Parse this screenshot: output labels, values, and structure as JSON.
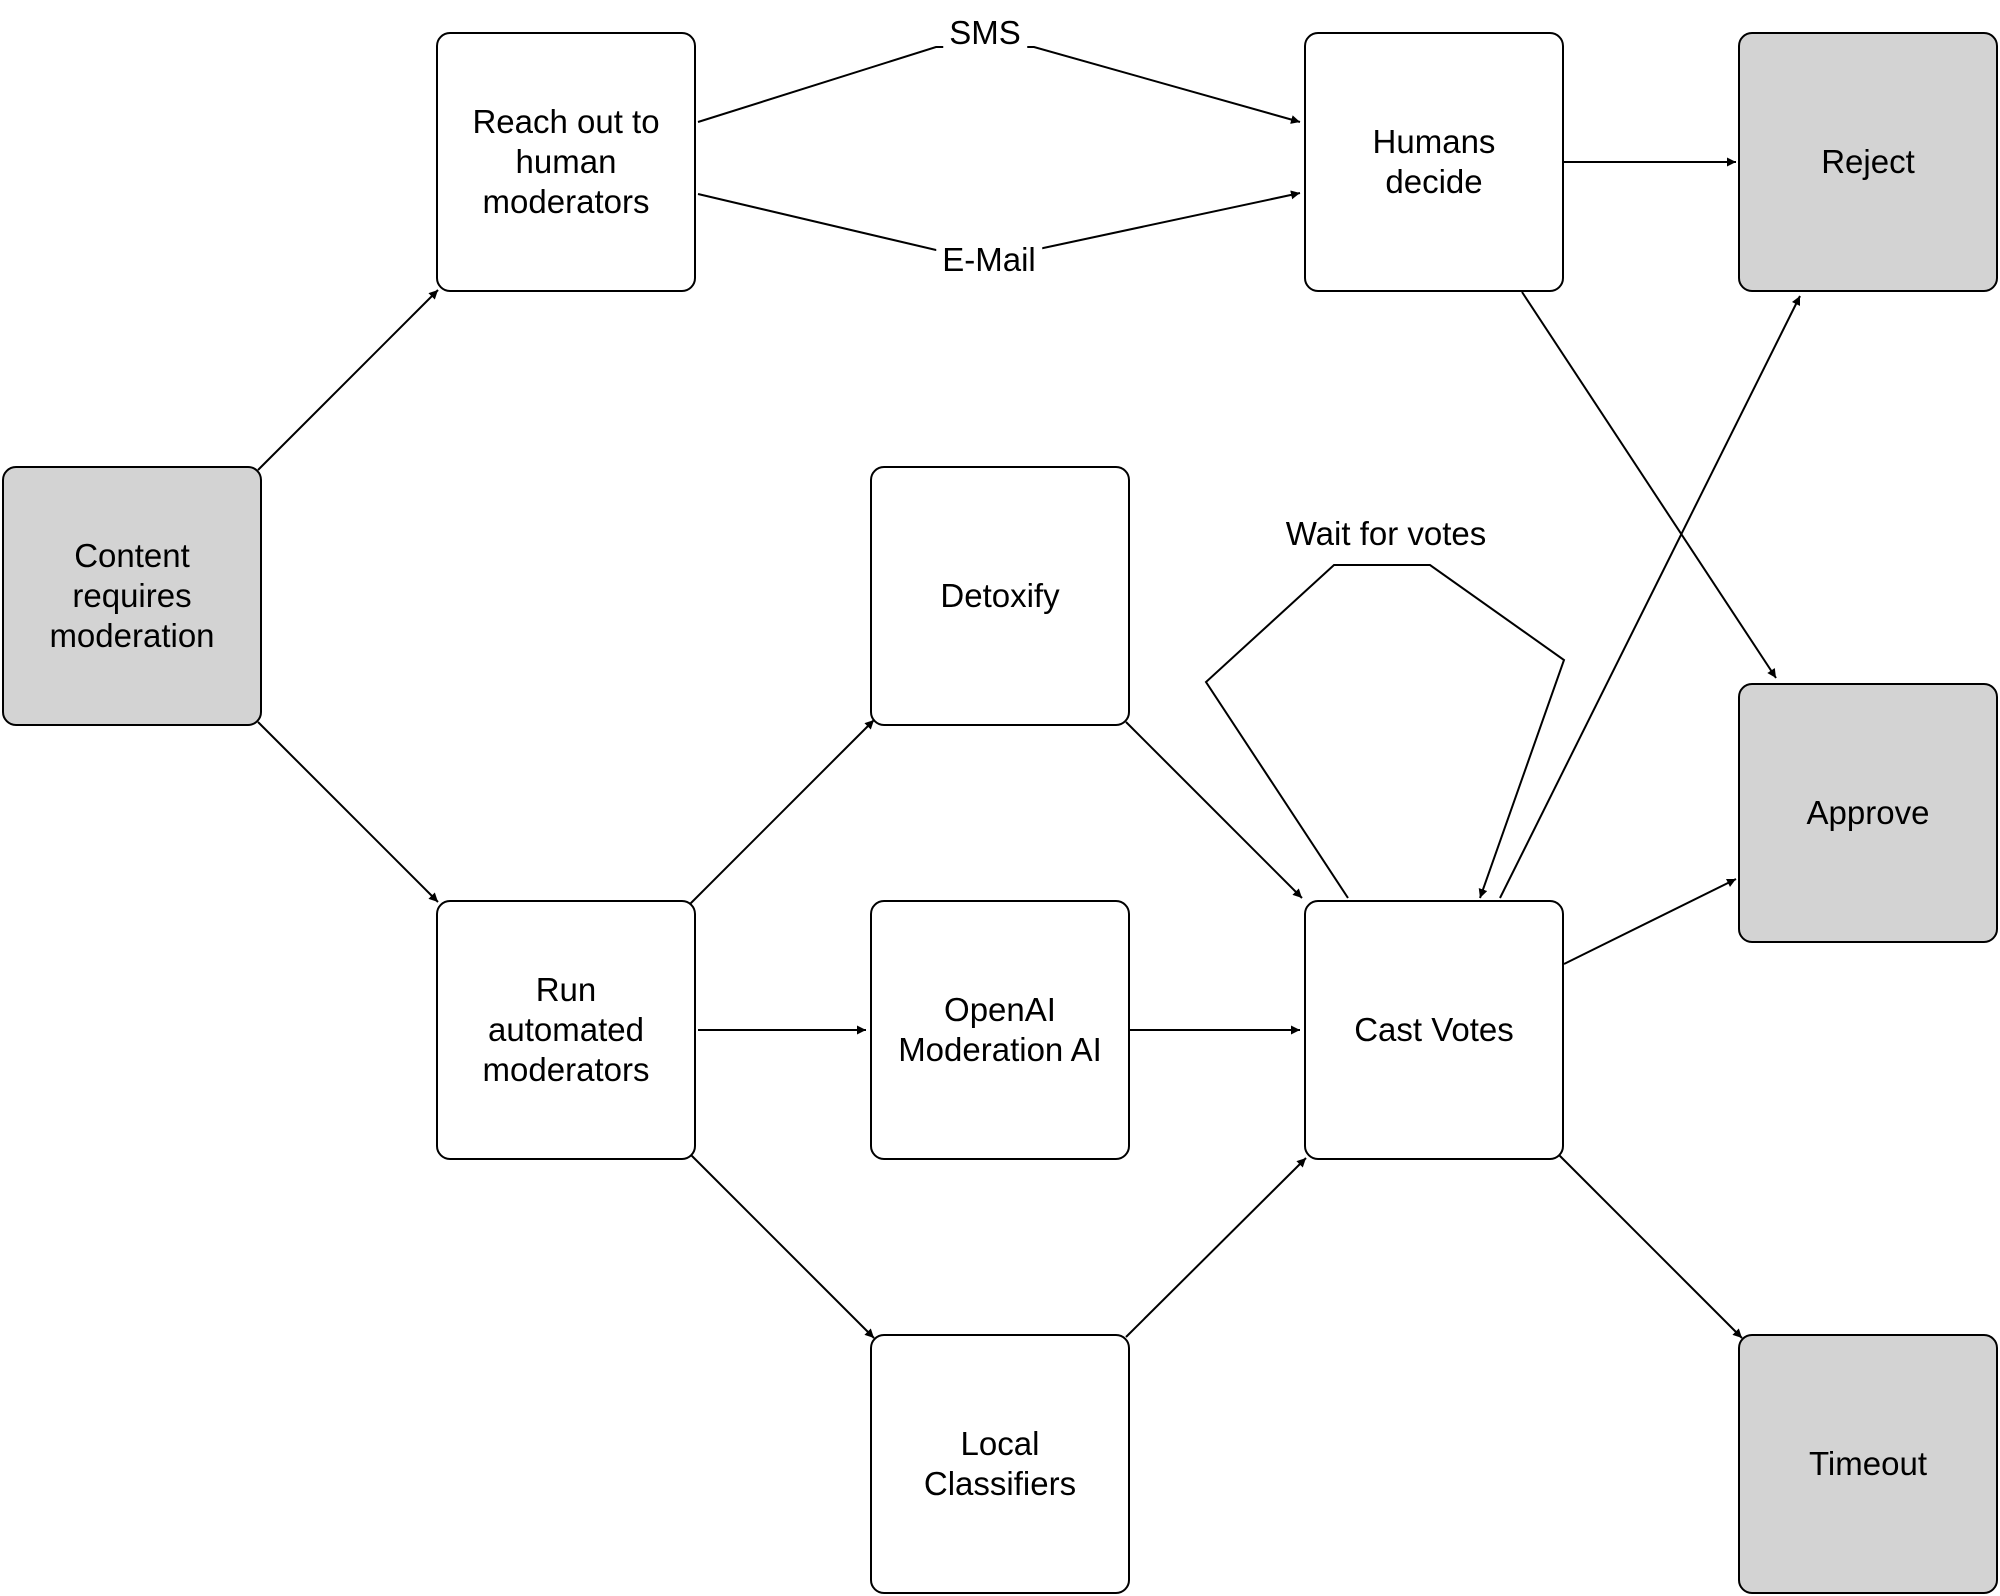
{
  "diagram": {
    "nodes": {
      "content": {
        "label": "Content\nrequires\nmoderation"
      },
      "reach_out": {
        "label": "Reach out to\nhuman\nmoderators"
      },
      "humans_decide": {
        "label": "Humans\ndecide"
      },
      "reject": {
        "label": "Reject"
      },
      "approve": {
        "label": "Approve"
      },
      "timeout": {
        "label": "Timeout"
      },
      "run_automated": {
        "label": "Run\nautomated\nmoderators"
      },
      "detoxify": {
        "label": "Detoxify"
      },
      "openai": {
        "label": "OpenAI\nModeration AI"
      },
      "local": {
        "label": "Local\nClassifiers"
      },
      "cast_votes": {
        "label": "Cast Votes"
      }
    },
    "edge_labels": {
      "sms": "SMS",
      "email": "E-Mail",
      "wait": "Wait for votes"
    },
    "edges": [
      {
        "from": "content",
        "to": "reach_out"
      },
      {
        "from": "content",
        "to": "run_automated"
      },
      {
        "from": "reach_out",
        "to": "humans_decide",
        "label": "SMS"
      },
      {
        "from": "reach_out",
        "to": "humans_decide",
        "label": "E-Mail"
      },
      {
        "from": "humans_decide",
        "to": "reject"
      },
      {
        "from": "humans_decide",
        "to": "approve"
      },
      {
        "from": "run_automated",
        "to": "detoxify"
      },
      {
        "from": "run_automated",
        "to": "openai"
      },
      {
        "from": "run_automated",
        "to": "local"
      },
      {
        "from": "detoxify",
        "to": "cast_votes"
      },
      {
        "from": "openai",
        "to": "cast_votes"
      },
      {
        "from": "local",
        "to": "cast_votes"
      },
      {
        "from": "cast_votes",
        "to": "cast_votes",
        "label": "Wait for votes"
      },
      {
        "from": "cast_votes",
        "to": "reject"
      },
      {
        "from": "cast_votes",
        "to": "approve"
      },
      {
        "from": "cast_votes",
        "to": "timeout"
      }
    ],
    "colors": {
      "terminal_fill": "#d3d3d3",
      "node_fill": "#ffffff",
      "stroke": "#000000"
    }
  }
}
